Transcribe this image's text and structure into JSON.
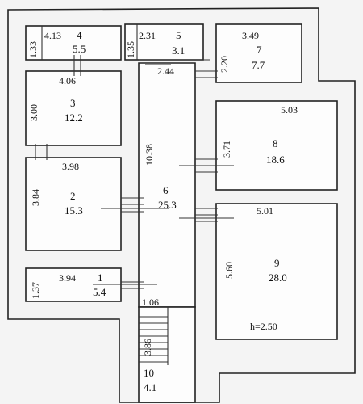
{
  "rooms": {
    "r1": {
      "number": "1",
      "area": "5.4",
      "width": "3.94",
      "height": "1.37"
    },
    "r2": {
      "number": "2",
      "area": "15.3",
      "width": "3.98",
      "height": "3.84"
    },
    "r3": {
      "number": "3",
      "area": "12.2",
      "width": "4.06",
      "height": "3.00"
    },
    "r4": {
      "number": "4",
      "area": "5.5",
      "width": "4.13",
      "height": "1.33"
    },
    "r5": {
      "number": "5",
      "area": "3.1",
      "width": "2.31",
      "height": "1.35"
    },
    "r6": {
      "number": "6",
      "area": "25.3",
      "length": "10.38",
      "width": "2.44",
      "width2": "1.06"
    },
    "r7": {
      "number": "7",
      "area": "7.7",
      "width": "3.49",
      "height": "2.20"
    },
    "r8": {
      "number": "8",
      "area": "18.6",
      "width": "5.03",
      "height": "3.71"
    },
    "r9": {
      "number": "9",
      "area": "28.0",
      "width": "5.01",
      "height": "5.60"
    },
    "r10": {
      "number": "10",
      "area": "4.1",
      "height": "3.86"
    }
  },
  "ceiling_height": "h=2.50"
}
